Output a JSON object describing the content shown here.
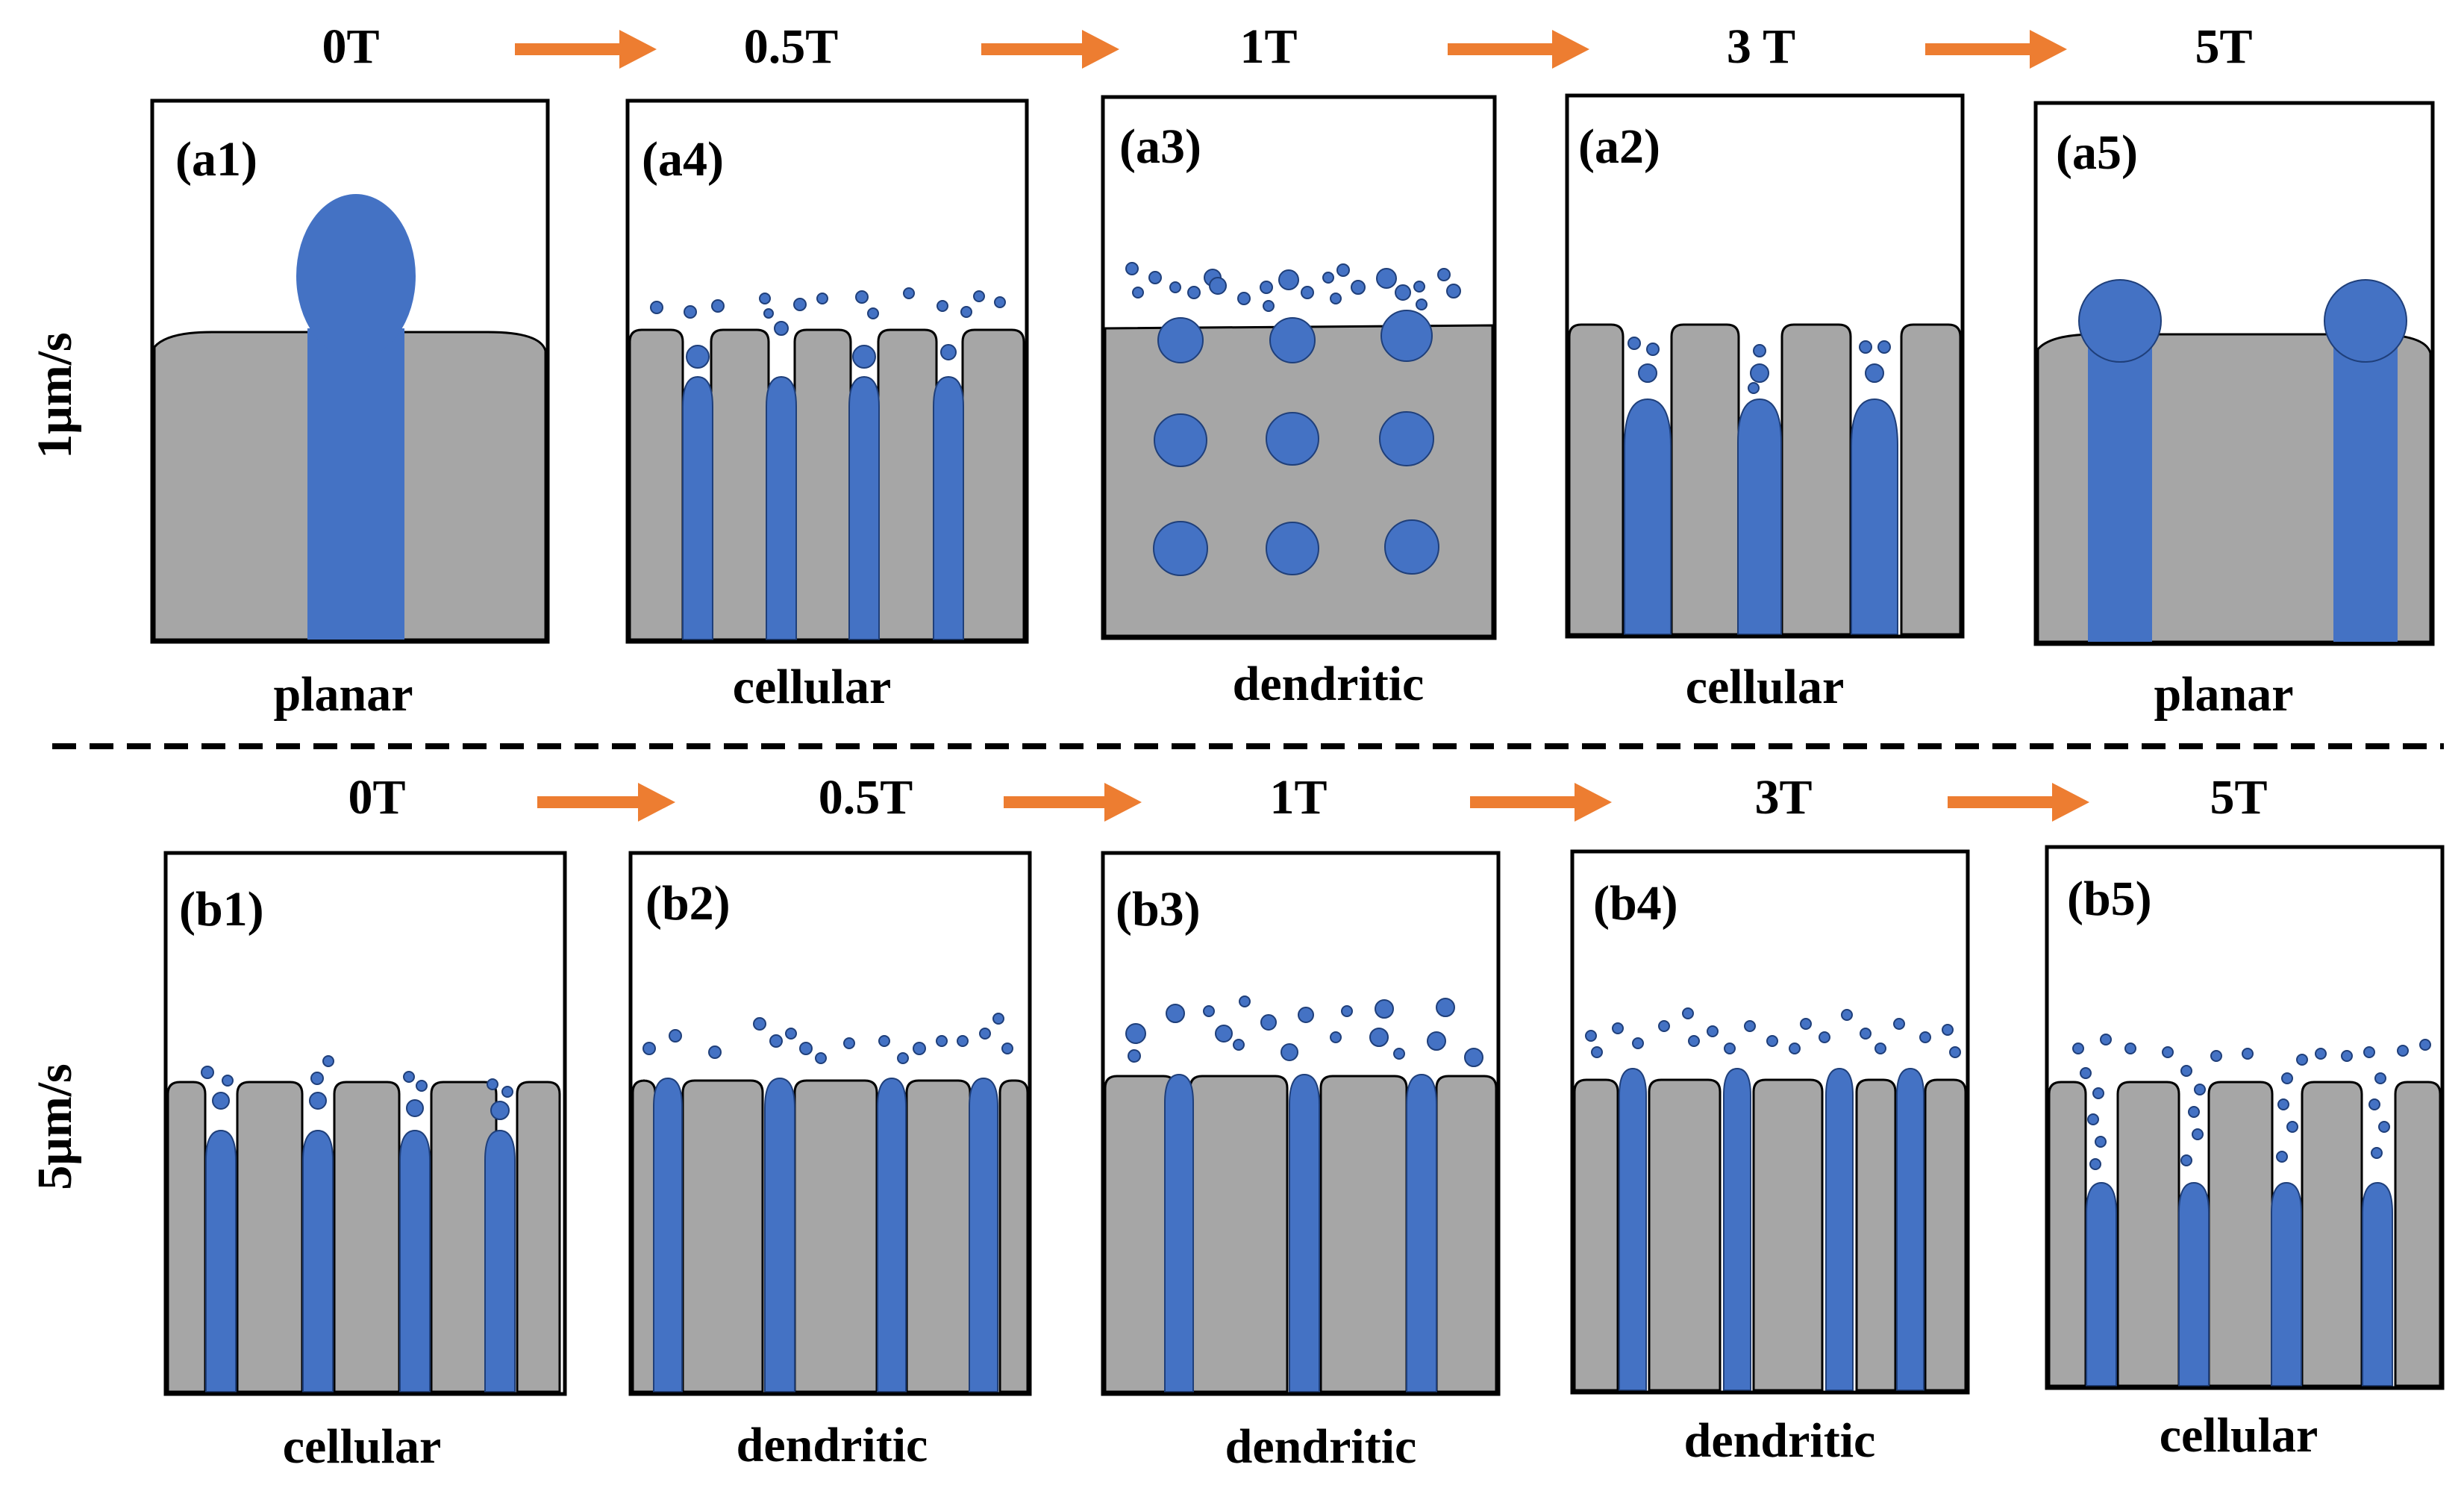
{
  "colors": {
    "solid": "#A6A6A6",
    "liquid": "#4472C4",
    "arrow": "#ED7D31",
    "outline": "#000000"
  },
  "rows": [
    {
      "speed": "1μm/s",
      "panels": [
        {
          "field": "0T",
          "id": "(a1)",
          "morphology": "planar",
          "pattern": "planar-single"
        },
        {
          "field": "0.5T",
          "id": "(a4)",
          "morphology": "cellular",
          "pattern": "cellular-4"
        },
        {
          "field": "1T",
          "id": "(a3)",
          "morphology": "dendritic",
          "pattern": "droplets-grid"
        },
        {
          "field": "3 T",
          "id": "(a2)",
          "morphology": "cellular",
          "pattern": "cellular-3"
        },
        {
          "field": "5T",
          "id": "(a5)",
          "morphology": "planar",
          "pattern": "planar-double"
        }
      ]
    },
    {
      "speed": "5μm/s",
      "panels": [
        {
          "field": "0T",
          "id": "(b1)",
          "morphology": "cellular",
          "pattern": "cellular-4-fine"
        },
        {
          "field": "0.5T",
          "id": "(b2)",
          "morphology": "dendritic",
          "pattern": "dendritic-4"
        },
        {
          "field": "1T",
          "id": "(b3)",
          "morphology": "dendritic",
          "pattern": "dendritic-3"
        },
        {
          "field": "3T",
          "id": "(b4)",
          "morphology": "dendritic",
          "pattern": "dendritic-4b"
        },
        {
          "field": "5T",
          "id": "(b5)",
          "morphology": "cellular",
          "pattern": "cellular-4-deep"
        }
      ]
    }
  ]
}
